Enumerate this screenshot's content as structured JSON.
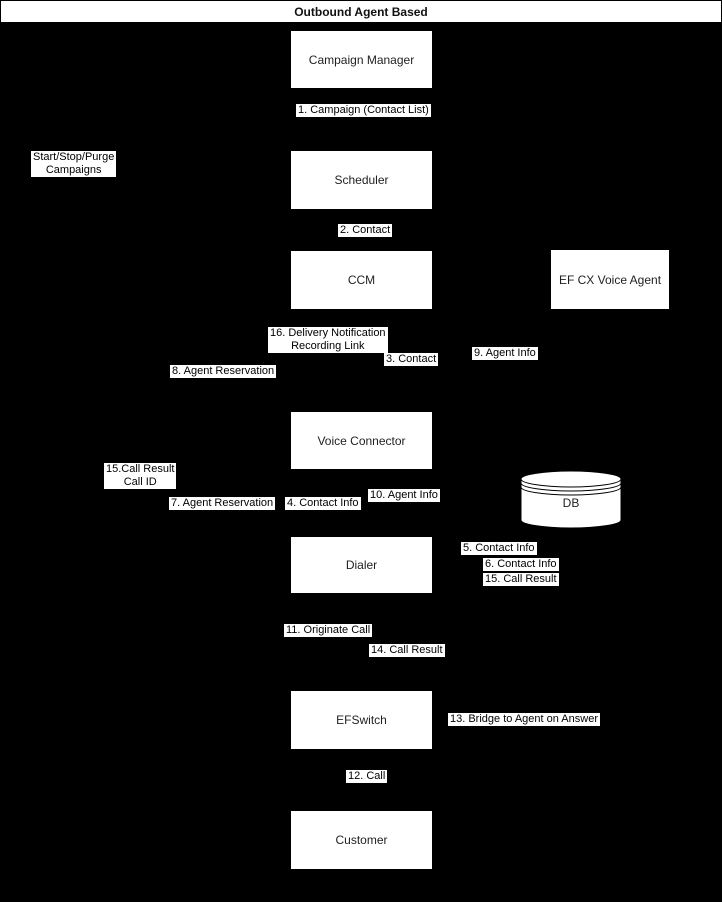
{
  "title": "Outbound Agent Based",
  "colors": {
    "background": "#000000",
    "node_fill": "#ffffff",
    "node_border": "#000000",
    "text": "#000000"
  },
  "nodes": {
    "campaign_manager": {
      "label": "Campaign Manager"
    },
    "scheduler": {
      "label": "Scheduler"
    },
    "ccm": {
      "label": "CCM"
    },
    "ef_cx_voice_agent": {
      "label": "EF CX Voice Agent"
    },
    "voice_connector": {
      "label": "Voice Connector"
    },
    "db": {
      "label": "DB"
    },
    "dialer": {
      "label": "Dialer"
    },
    "efswitch": {
      "label": "EFSwitch"
    },
    "customer": {
      "label": "Customer"
    }
  },
  "edge_labels": {
    "campaign_contact_list": {
      "text": "1. Campaign (Contact List)"
    },
    "start_stop_purge": {
      "line1": "Start/Stop/Purge",
      "line2": "Campaigns"
    },
    "contact_2": {
      "text": "2. Contact"
    },
    "delivery_notification": {
      "line1": "16. Delivery Notification",
      "line2": "Recording Link"
    },
    "contact_3": {
      "text": "3. Contact"
    },
    "agent_info_9": {
      "text": "9. Agent Info"
    },
    "agent_reservation_8": {
      "text": "8. Agent Reservation"
    },
    "call_result_call_id_15": {
      "line1": "15.Call Result",
      "line2": "Call ID"
    },
    "agent_reservation_7": {
      "text": "7. Agent Reservation"
    },
    "contact_info_4": {
      "text": "4. Contact Info"
    },
    "agent_info_10": {
      "text": "10. Agent Info"
    },
    "contact_info_5": {
      "text": "5. Contact Info"
    },
    "contact_info_6": {
      "text": "6. Contact Info"
    },
    "call_result_15": {
      "text": "15. Call Result"
    },
    "originate_call_11": {
      "text": "11. Originate Call"
    },
    "call_result_14": {
      "text": "14. Call Result"
    },
    "bridge_to_agent_13": {
      "text": "13. Bridge to Agent on Answer"
    },
    "call_12": {
      "text": "12. Call"
    }
  }
}
